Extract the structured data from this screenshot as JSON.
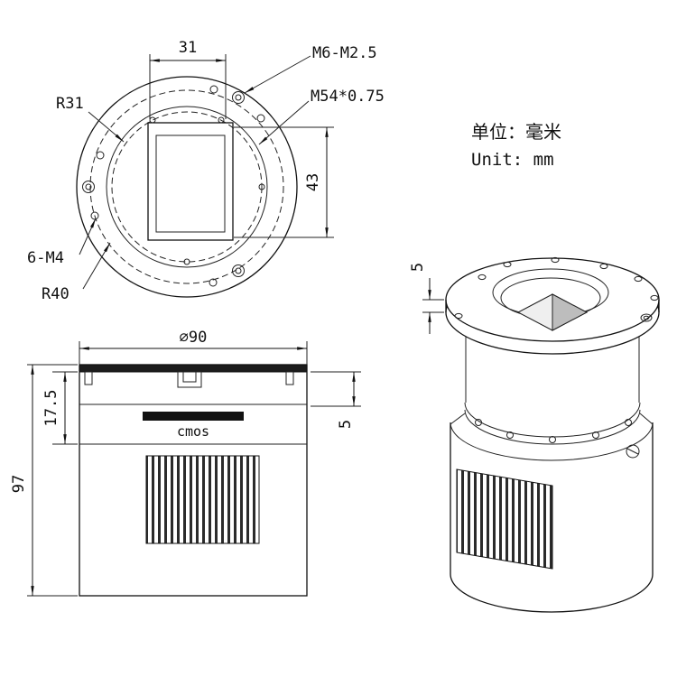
{
  "units": {
    "cn": "单位：毫米",
    "en": "Unit: mm"
  },
  "front_view": {
    "dim_width": "31",
    "thread_top": "M6-M2.5",
    "thread_main": "M54*0.75",
    "radius_inner": "R31",
    "dim_height": "43",
    "holes": "6-M4",
    "radius_outer": "R40"
  },
  "side_view": {
    "diameter": "∅90",
    "front_depth": "17.5",
    "total_height": "97",
    "flange_thickness": "5",
    "sensor": "cmos"
  },
  "iso_view": {
    "flange_thickness": "5"
  }
}
